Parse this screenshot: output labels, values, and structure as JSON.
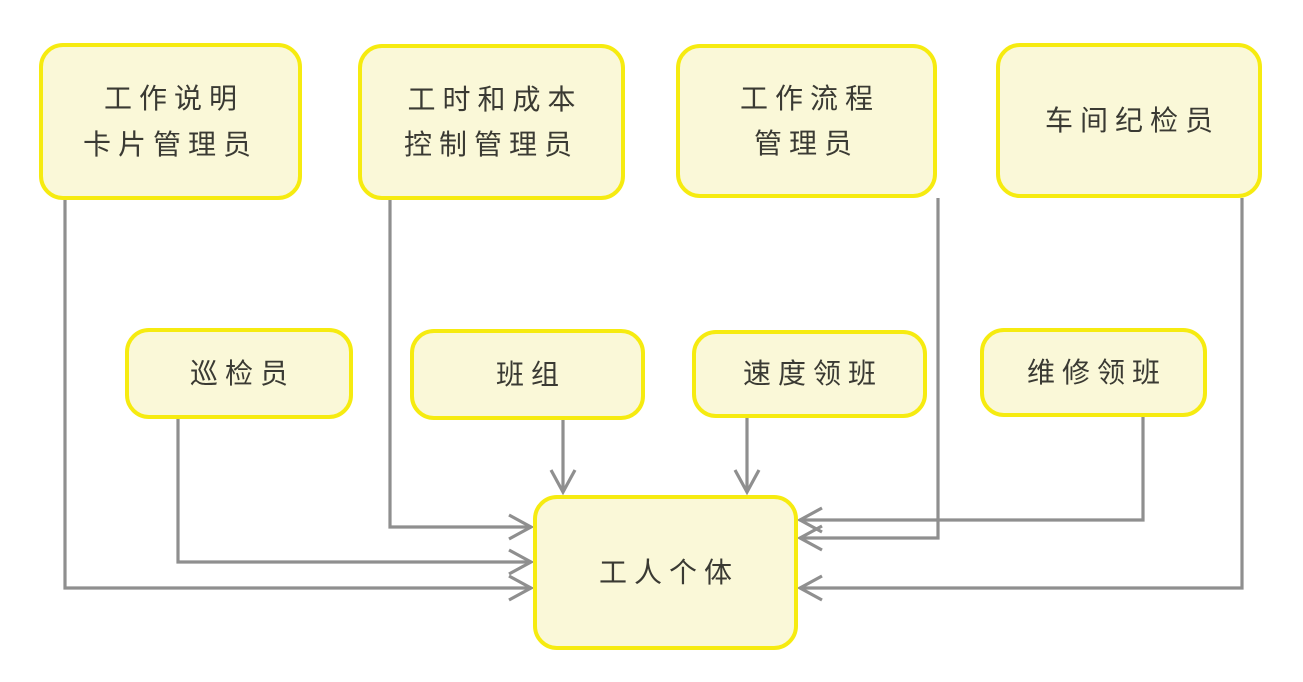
{
  "diagram": {
    "type": "flowchart",
    "colors": {
      "background": "#ffffff",
      "node_fill": "#faf8d8",
      "node_border": "#f6eb10",
      "connector": "#8f8f8f",
      "text": "#3a3a33"
    },
    "nodes": {
      "work_instruction_card_admin": {
        "label": "工作说明\n卡片管理员"
      },
      "hours_cost_control_admin": {
        "label": "工时和成本\n控制管理员"
      },
      "workflow_admin": {
        "label": "工作流程\n管理员"
      },
      "workshop_discipline_inspector": {
        "label": "车间纪检员"
      },
      "patrol_inspector": {
        "label": "巡检员"
      },
      "team_group": {
        "label": "班组"
      },
      "speed_foreman": {
        "label": "速度领班"
      },
      "maintenance_foreman": {
        "label": "维修领班"
      },
      "individual_worker": {
        "label": "工人个体"
      }
    },
    "edges": [
      {
        "from": "工作说明卡片管理员",
        "to": "工人个体",
        "enters_side": "left",
        "arrow": "open-chevron"
      },
      {
        "from": "巡检员",
        "to": "工人个体",
        "enters_side": "left",
        "arrow": "open-chevron"
      },
      {
        "from": "工时和成本控制管理员",
        "to": "工人个体",
        "enters_side": "left",
        "arrow": "open-chevron"
      },
      {
        "from": "班组",
        "to": "工人个体",
        "enters_side": "top",
        "arrow": "open-chevron"
      },
      {
        "from": "速度领班",
        "to": "工人个体",
        "enters_side": "top",
        "arrow": "open-chevron"
      },
      {
        "from": "维修领班",
        "to": "工人个体",
        "enters_side": "right",
        "arrow": "open-chevron"
      },
      {
        "from": "工作流程管理员",
        "to": "工人个体",
        "enters_side": "right",
        "arrow": "open-chevron"
      },
      {
        "from": "车间纪检员",
        "to": "工人个体",
        "enters_side": "right",
        "arrow": "open-chevron"
      }
    ]
  }
}
